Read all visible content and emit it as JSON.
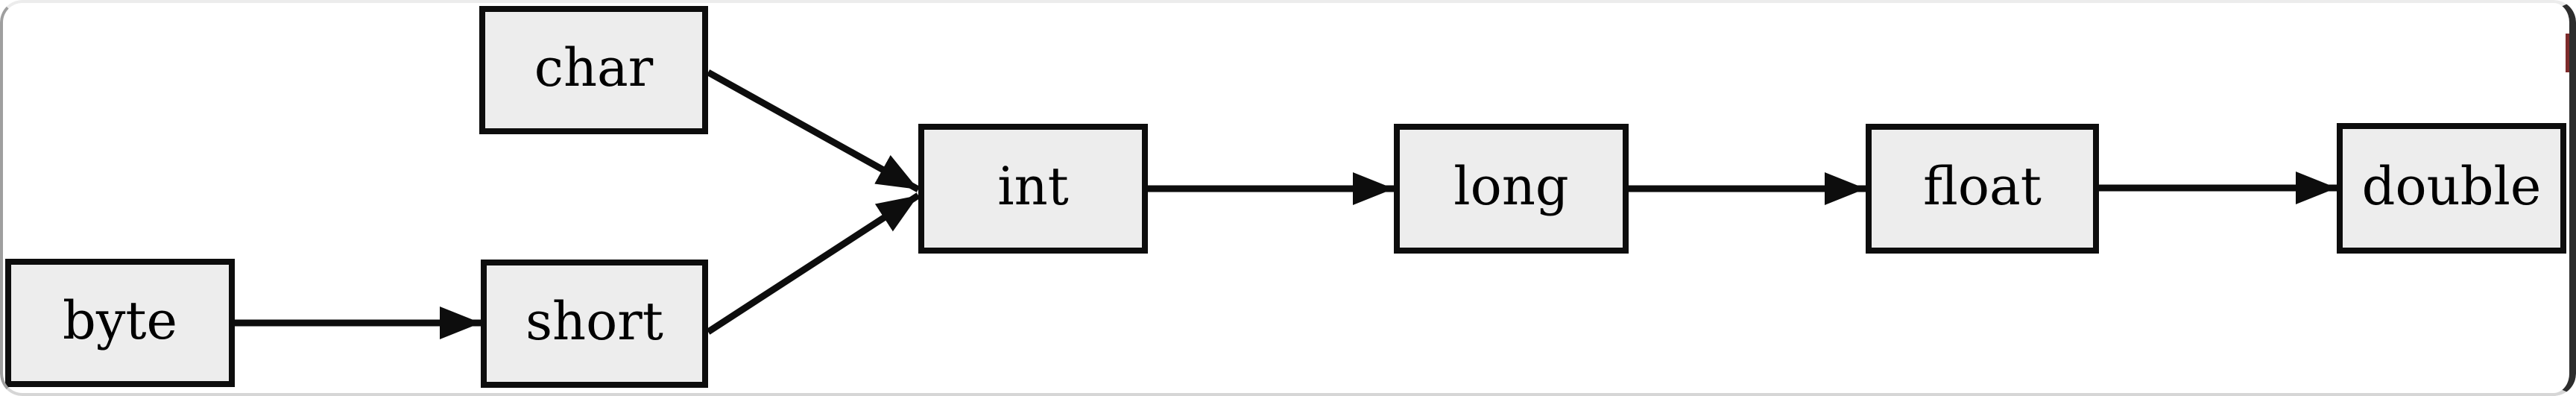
{
  "diagram": {
    "nodes": [
      {
        "id": "char",
        "label": "char"
      },
      {
        "id": "byte",
        "label": "byte"
      },
      {
        "id": "short",
        "label": "short"
      },
      {
        "id": "int",
        "label": "int"
      },
      {
        "id": "long",
        "label": "long"
      },
      {
        "id": "float",
        "label": "float"
      },
      {
        "id": "double",
        "label": "double"
      }
    ],
    "edges": [
      {
        "from": "byte",
        "to": "short"
      },
      {
        "from": "char",
        "to": "int"
      },
      {
        "from": "short",
        "to": "int"
      },
      {
        "from": "int",
        "to": "long"
      },
      {
        "from": "long",
        "to": "float"
      },
      {
        "from": "float",
        "to": "double"
      }
    ],
    "colors": {
      "background": "#ffffff",
      "node_fill": "#ededed",
      "node_border": "#0d0d0d",
      "arrow": "#0d0d0d",
      "text": "#000000",
      "frame_right": "#2d2d2d",
      "frame_left": "#9f9f9f",
      "accent_red": "#7d2b2b"
    }
  }
}
